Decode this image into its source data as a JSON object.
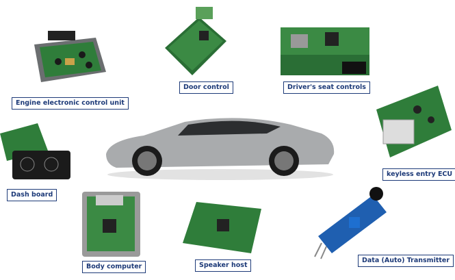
{
  "center_image": "car",
  "colors": {
    "label_border": "#1d3a78",
    "label_text": "#1d3a78",
    "pcb_green": "#2f7d3a"
  },
  "labels": {
    "engine": "Engine electronic control unit",
    "door": "Door control",
    "seat": "Driver's seat controls",
    "keyless": "keyless entry ECU",
    "dash": "Dash board",
    "body": "Body computer",
    "speaker": "Speaker host",
    "transmitter": "Data (Auto) Transmitter"
  }
}
